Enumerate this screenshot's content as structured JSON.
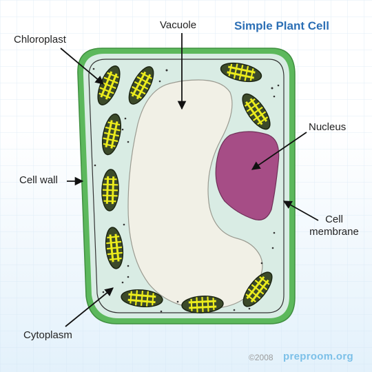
{
  "title": "Simple Plant Cell",
  "labels": {
    "vacuole": "Vacuole",
    "chloroplast": "Chloroplast",
    "nucleus": "Nucleus",
    "cell_wall": "Cell wall",
    "cell_membrane_line1": "Cell",
    "cell_membrane_line2": "membrane",
    "cytoplasm": "Cytoplasm"
  },
  "footer": {
    "copyright": "©2008",
    "brand": "preproom.org"
  },
  "colors": {
    "cell_wall": "#5cb85c",
    "cytoplasm": "#d9ece4",
    "vacuole": "#f1f0e6",
    "nucleus": "#a64d86",
    "chloroplast_fill": "#3c4a2a",
    "chloroplast_stripes": "#ecec1c",
    "title": "#2c6fb5",
    "brand": "#7cc0e8"
  }
}
